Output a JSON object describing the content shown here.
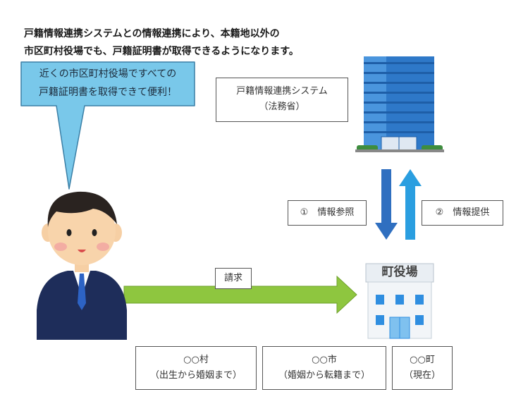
{
  "headline": {
    "line1": "戸籍情報連携システムとの情報連携により、本籍地以外の",
    "line2": "市区町村役場でも、戸籍証明書が取得できるようになります。"
  },
  "bubble": {
    "line1": "近くの市区町村役場ですべての",
    "line2": "戸籍証明書を取得できて便利！"
  },
  "system_box": {
    "line1": "戸籍情報連携システム",
    "line2": "（法務省）"
  },
  "arrows": {
    "reference": "①　情報参照",
    "provision": "②　情報提供",
    "request": "請求"
  },
  "town_hall_sign": "町役場",
  "records": [
    {
      "name": "○○村",
      "period": "（出生から婚姻まで）"
    },
    {
      "name": "○○市",
      "period": "（婚姻から転籍まで）"
    },
    {
      "name": "○○町",
      "period": "（現在）"
    }
  ],
  "colors": {
    "bubble_fill": "#79c8ea",
    "bubble_stroke": "#3a7fa6",
    "request_arrow": "#8ec63f",
    "exchange_arrow_down": "#2f6fc0",
    "exchange_arrow_up": "#2a9ee0",
    "building": "#2e78c8"
  },
  "icons": [
    "person-illustration",
    "office-building-illustration",
    "town-hall-illustration"
  ]
}
